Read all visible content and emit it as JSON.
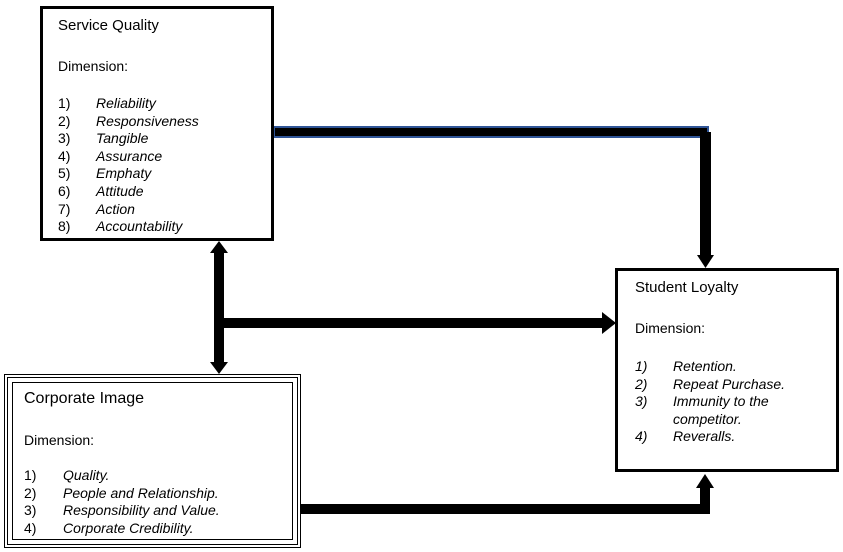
{
  "service_quality": {
    "title": "Service Quality",
    "dimension_label": "Dimension:",
    "items": [
      {
        "num": "1)",
        "text": "Reliability"
      },
      {
        "num": "2)",
        "text": "Responsiveness"
      },
      {
        "num": "3)",
        "text": "Tangible"
      },
      {
        "num": "4)",
        "text": "Assurance"
      },
      {
        "num": "5)",
        "text": "Emphaty"
      },
      {
        "num": "6)",
        "text": "Attitude"
      },
      {
        "num": "7)",
        "text": "Action"
      },
      {
        "num": "8)",
        "text": "Accountability"
      }
    ]
  },
  "student_loyalty": {
    "title": "Student Loyalty",
    "dimension_label": "Dimension:",
    "items": [
      {
        "num": "1)",
        "text": "Retention."
      },
      {
        "num": "2)",
        "text": "Repeat Purchase."
      },
      {
        "num": "3)",
        "text": "Immunity to the",
        "text2": "competitor."
      },
      {
        "num": "4)",
        "text": "Reveralls."
      }
    ]
  },
  "corporate_image": {
    "title": "Corporate Image",
    "dimension_label": "Dimension:",
    "items": [
      {
        "num": "1)",
        "text": "Quality."
      },
      {
        "num": "2)",
        "text": "People and Relationship."
      },
      {
        "num": "3)",
        "text": "Responsibility and Value."
      },
      {
        "num": "4)",
        "text": "Corporate Credibility."
      }
    ]
  },
  "colors": {
    "arrow": "#000000",
    "connector_outline": "#2f5496"
  }
}
